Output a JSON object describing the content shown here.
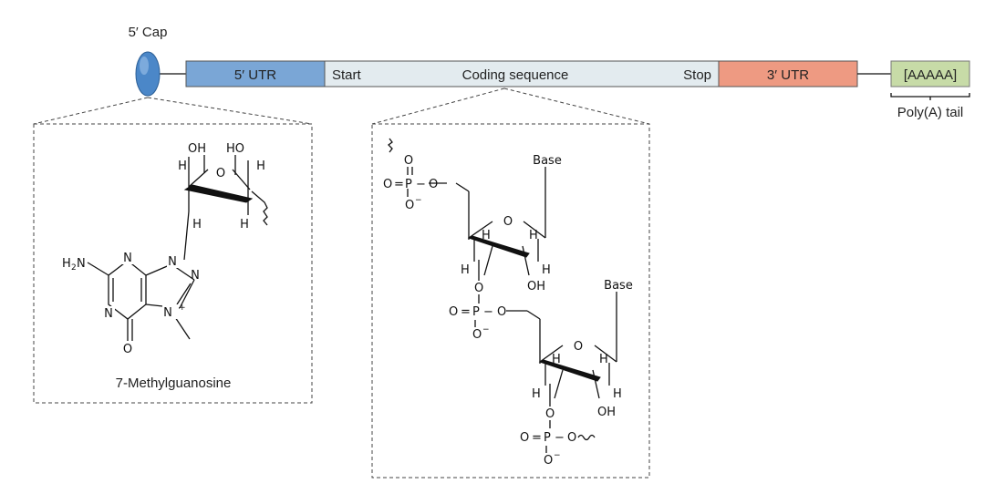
{
  "mrna": {
    "cap_label": "5′ Cap",
    "utr5_label": "5′ UTR",
    "start_label": "Start",
    "coding_label": "Coding sequence",
    "stop_label": "Stop",
    "utr3_label": "3′ UTR",
    "polya_label": "[AAAAA]",
    "polya_tail_label": "Poly(A) tail"
  },
  "colors": {
    "utr5": "#7aa6d6",
    "coding": "#e3ebef",
    "utr3": "#ee9a82",
    "polya": "#c7dba7",
    "cap": "#4b87c8"
  },
  "cap_structure": {
    "name": "7-Methylguanosine",
    "atoms": {
      "oh": "OH",
      "ho": "HO",
      "h": "H",
      "o": "O",
      "n": "N",
      "h2n": "H",
      "h2n_sub": "2",
      "h2n_n": "N",
      "nplus": "N",
      "plus": "+"
    }
  },
  "backbone": {
    "base_label": "Base",
    "atoms": {
      "o": "O",
      "p": "P",
      "eq": "=",
      "minus": "−",
      "h": "H",
      "oh": "OH"
    }
  }
}
